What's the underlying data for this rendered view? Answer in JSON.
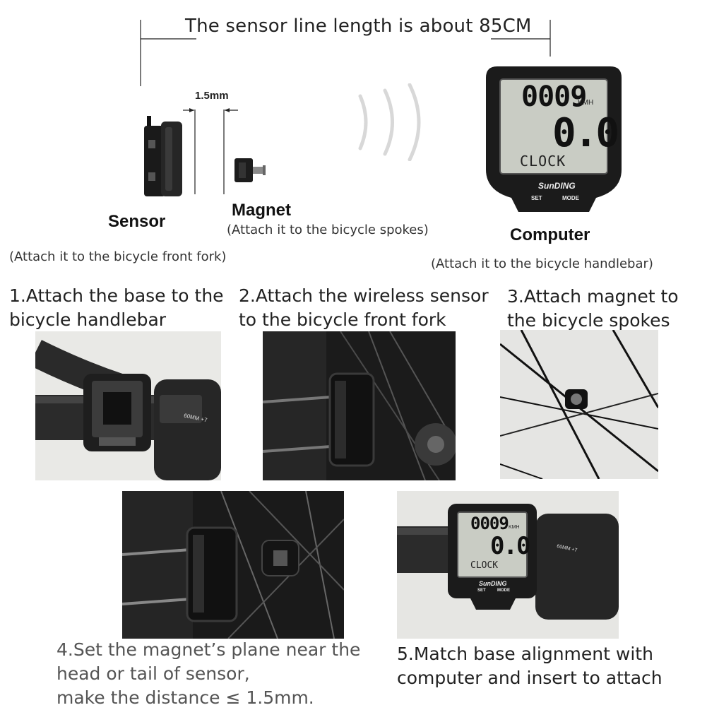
{
  "header": {
    "sensor_line_caption": "The sensor line length is about 85CM",
    "gap_label": "1.5mm"
  },
  "parts": {
    "sensor": {
      "label": "Sensor",
      "note": "(Attach it to the bicycle front fork)"
    },
    "magnet": {
      "label": "Magnet",
      "note": "(Attach it to the bicycle spokes)"
    },
    "computer": {
      "label": "Computer",
      "note": "(Attach it to the bicycle handlebar)"
    }
  },
  "display": {
    "digits_top": "0009",
    "unit": "KMH",
    "digits_main": "0.0",
    "mode_text": "CLOCK",
    "brand": "SunDING",
    "button_set": "SET",
    "button_mode": "MODE"
  },
  "steps": [
    {
      "line1": "1.Attach the base to the",
      "line2": "bicycle handlebar"
    },
    {
      "line1": "2.Attach the wireless sensor",
      "line2": "to the bicycle front fork"
    },
    {
      "line1": "3.Attach magnet to",
      "line2": "the bicycle spokes"
    },
    {
      "line1": "4.Set the magnet’s plane near the",
      "line2": "head or tail of sensor,",
      "line3": "make the distance ≤ 1.5mm."
    },
    {
      "line1": "5.Match base alignment with",
      "line2": "computer and insert to attach"
    }
  ],
  "photo_labels": {
    "stem_text": "60MM +7"
  },
  "colors": {
    "lcd_bg": "#c9ccc4",
    "device_body": "#1b1b1b",
    "photo_dark": "#2a2a2a",
    "signal_arc": "#d8d8d8"
  }
}
